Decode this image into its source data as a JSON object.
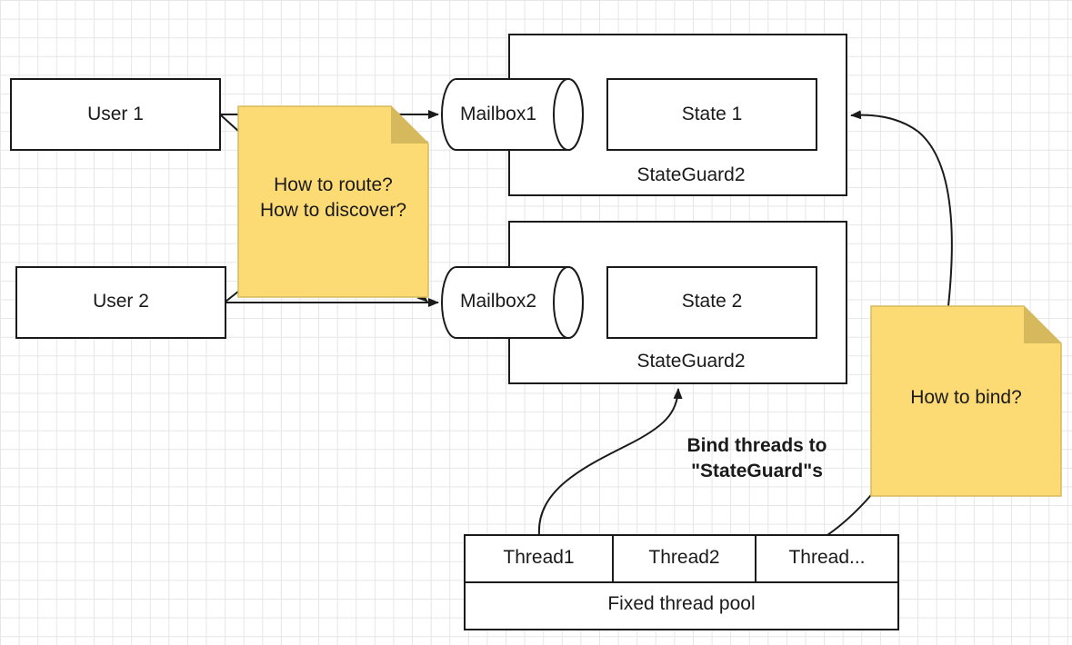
{
  "users": {
    "user1": "User 1",
    "user2": "User 2"
  },
  "mailboxes": {
    "mailbox1": "Mailbox1",
    "mailbox2": "Mailbox2"
  },
  "states": {
    "state1": "State 1",
    "state2": "State 2"
  },
  "guards": {
    "guard1": "StateGuard2",
    "guard2": "StateGuard2"
  },
  "notes": {
    "route_line1": "How to route?",
    "route_line2": "How to discover?",
    "bind": "How to bind?"
  },
  "annotation": {
    "line1": "Bind threads to",
    "line2": "\"StateGuard\"s"
  },
  "thread_pool": {
    "threads": [
      "Thread1",
      "Thread2",
      "Thread..."
    ],
    "label": "Fixed thread pool"
  },
  "colors": {
    "note_fill": "#fddb74",
    "note_fold": "#d7b95d",
    "note_border": "#d7b95d",
    "stroke": "#1a1a1a"
  }
}
